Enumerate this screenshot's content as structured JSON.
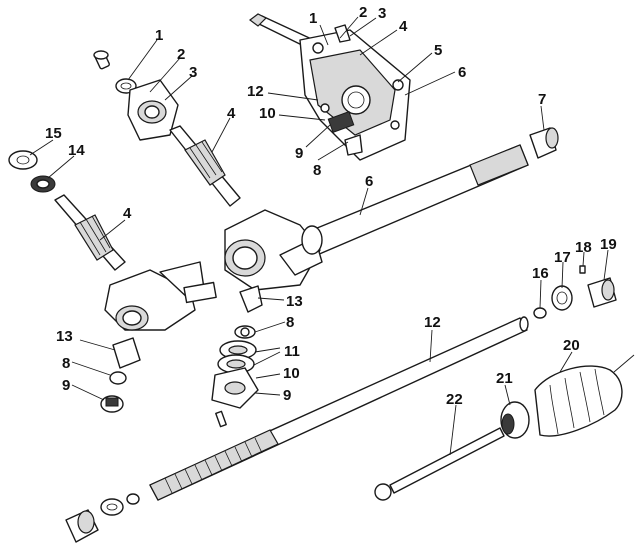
{
  "labels": {
    "l1a": "1",
    "l2a": "2",
    "l3a": "3",
    "l4a": "4",
    "l5": "5",
    "l6a": "6",
    "l12a": "12",
    "l10a": "10",
    "l9a": "9",
    "l8a": "8",
    "l1b": "1",
    "l2b": "2",
    "l3b": "3",
    "l4b": "4",
    "l15": "15",
    "l14": "14",
    "l4c": "4",
    "l7": "7",
    "l6b": "6",
    "l13a": "13",
    "l8b": "8",
    "l11": "11",
    "l10b": "10",
    "l9b": "9",
    "l13b": "13",
    "l8c": "8",
    "l9c": "9",
    "l12b": "12",
    "l16": "16",
    "l17": "17",
    "l18": "18",
    "l19": "19",
    "l20": "20",
    "l21": "21",
    "l22": "22"
  }
}
